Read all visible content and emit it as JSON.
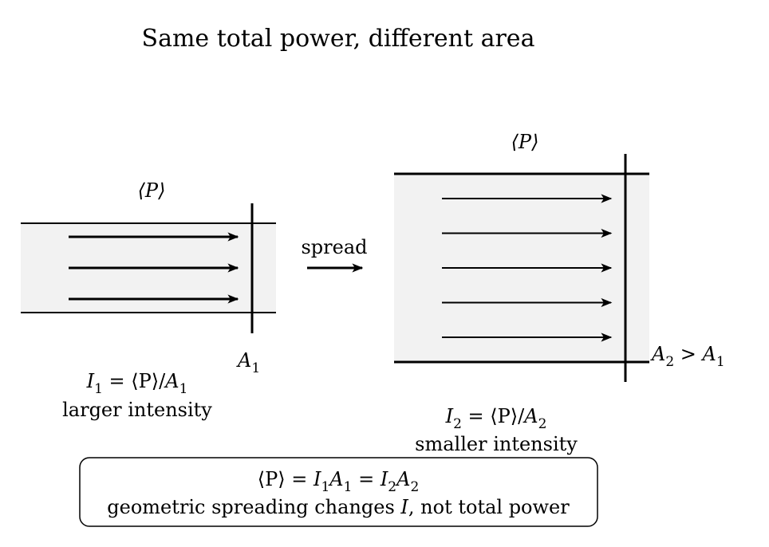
{
  "title": "Same total power, different area",
  "power_symbol": "⟨P⟩",
  "arrow_label": "spread",
  "left": {
    "area_label": "A",
    "area_sub": "1",
    "formula_I": "I",
    "formula_I_sub": "1",
    "formula_eq": " = ⟨P⟩/",
    "formula_A": "A",
    "formula_A_sub": "1",
    "description": "larger intensity",
    "arrow_count": 3
  },
  "right": {
    "area_A2": "A",
    "area_A2_sub": "2",
    "area_gt": " > ",
    "area_A1": "A",
    "area_A1_sub": "1",
    "formula_I": "I",
    "formula_I_sub": "2",
    "formula_eq": " = ⟨P⟩/",
    "formula_A": "A",
    "formula_A_sub": "2",
    "description": "smaller intensity",
    "arrow_count": 5
  },
  "summary": {
    "eq_lhs": "⟨P⟩ = ",
    "I1": "I",
    "I1_sub": "1",
    "A1": "A",
    "A1_sub": "1",
    "eq_mid": " = ",
    "I2": "I",
    "I2_sub": "2",
    "A2": "A",
    "A2_sub": "2",
    "note_pre": "geometric spreading changes ",
    "note_I": "I",
    "note_post": ", not total power"
  },
  "colors": {
    "fill": "#f2f2f2",
    "stroke": "#000000"
  }
}
